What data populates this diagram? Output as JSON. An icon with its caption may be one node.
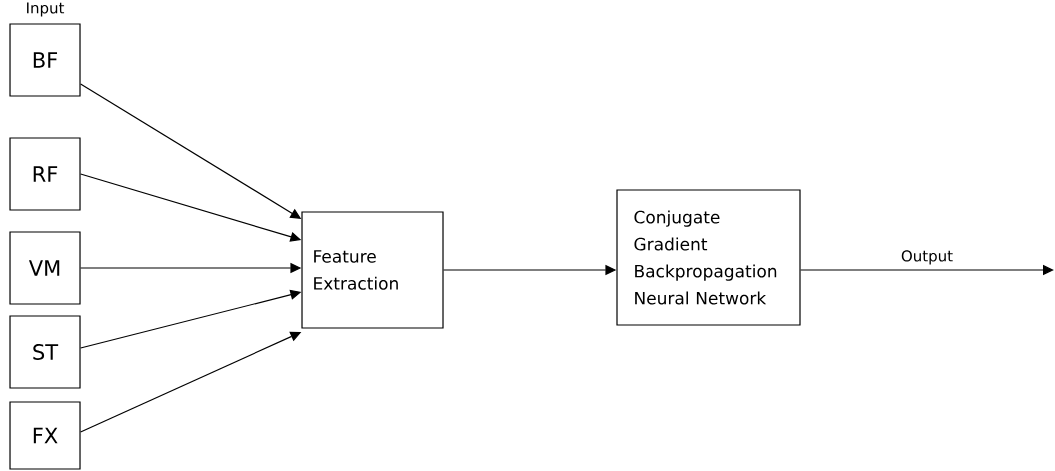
{
  "diagram": {
    "nodes": [
      {
        "text": [
          "BF"
        ]
      },
      {
        "text": [
          "RF"
        ]
      },
      {
        "text": [
          "VM"
        ]
      },
      {
        "text": [
          "ST"
        ]
      },
      {
        "text": [
          "FX"
        ]
      },
      {
        "text": [
          "Feature Extraction"
        ]
      },
      {
        "text": [
          "Conjugate Gradient Backpropagation Neural Network"
        ]
      }
    ],
    "edges": [
      {
        "from": 0,
        "to": 5,
        "arrow": "to"
      },
      {
        "from": 1,
        "to": 5,
        "arrow": "to"
      },
      {
        "from": 2,
        "to": 5,
        "arrow": "to"
      },
      {
        "from": 3,
        "to": 5,
        "arrow": "to"
      },
      {
        "from": 4,
        "to": 5,
        "arrow": "to"
      },
      {
        "from": 5,
        "to": 6,
        "arrow": "to"
      },
      {
        "from": 6,
        "to": null,
        "arrow": "to",
        "label": "Output"
      }
    ],
    "labels": [
      "Input"
    ]
  }
}
